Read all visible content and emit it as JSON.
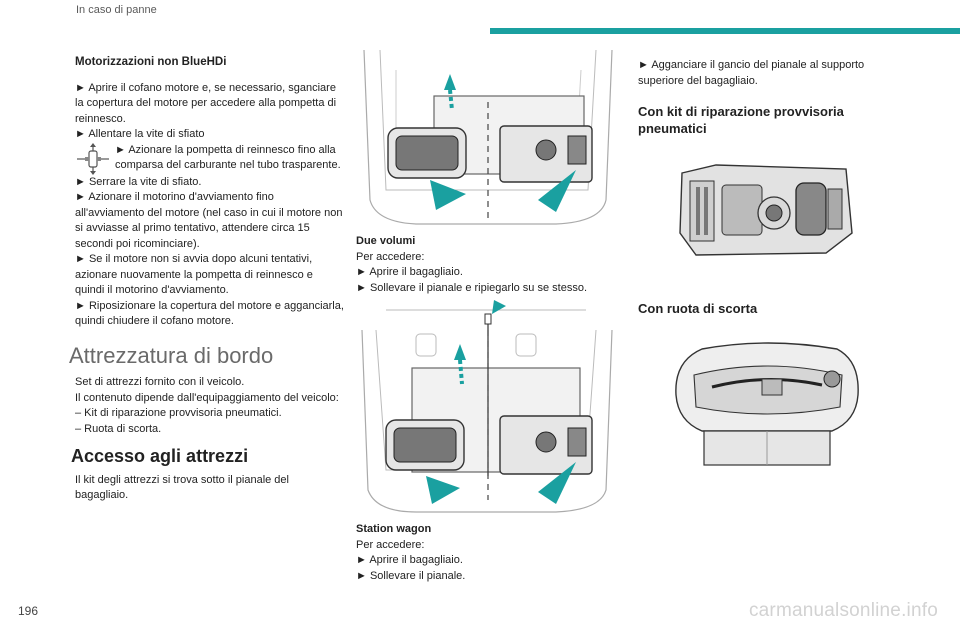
{
  "header": {
    "section": "In caso di panne"
  },
  "page_number": "196",
  "footer": {
    "brand": "carmanualsonline.info"
  },
  "col1": {
    "heading": "Motorizzazioni non BlueHDi",
    "steps": [
      "► Aprire il cofano motore e, se necessario, sganciare la copertura del motore per accedere alla pompetta di reinnesco.",
      "► Allentare la vite di sfiato",
      "► Azionare la pompetta di reinnesco fino alla comparsa del carburante nel tubo trasparente.",
      "► Serrare la vite di sfiato.",
      "► Azionare il motorino d'avviamento fino all'avviamento del motore (nel caso in cui il motore non si avviasse al primo tentativo, attendere circa 15 secondi poi ricominciare).",
      "► Se il motore non si avvia dopo alcuni tentativi, azionare nuovamente la pompetta di reinnesco e quindi il motorino d'avviamento.",
      "► Riposizionare la copertura del motore e agganciarla, quindi chiudere il cofano motore."
    ],
    "section_title": "Attrezzatura di bordo",
    "section_intro": "Set di attrezzi fornito con il veicolo.",
    "section_body": "Il contenuto dipende dall'equipaggiamento del veicolo:",
    "list": [
      "– Kit di riparazione provvisoria pneumatici.",
      "– Ruota di scorta."
    ],
    "sub_title": "Accesso agli attrezzi",
    "sub_body": "Il kit degli attrezzi si trova sotto il pianale del bagagliaio."
  },
  "col2": {
    "block1": {
      "title": "Due volumi",
      "intro": "Per accedere:",
      "steps": [
        "► Aprire il bagagliaio.",
        "► Sollevare il pianale e ripiegarlo su se stesso."
      ]
    },
    "block2": {
      "title": "Station wagon",
      "intro": "Per accedere:",
      "steps": [
        "► Aprire il bagagliaio.",
        "► Sollevare il pianale."
      ]
    }
  },
  "col3": {
    "intro_step": "► Agganciare il gancio del pianale al supporto superiore del bagagliaio.",
    "h_kit": "Con kit di riparazione provvisoria pneumatici",
    "h_wheel": "Con ruota di scorta"
  },
  "colors": {
    "accent": "#1aa0a0",
    "text": "#222222",
    "title_grey": "#6a6a6a"
  }
}
